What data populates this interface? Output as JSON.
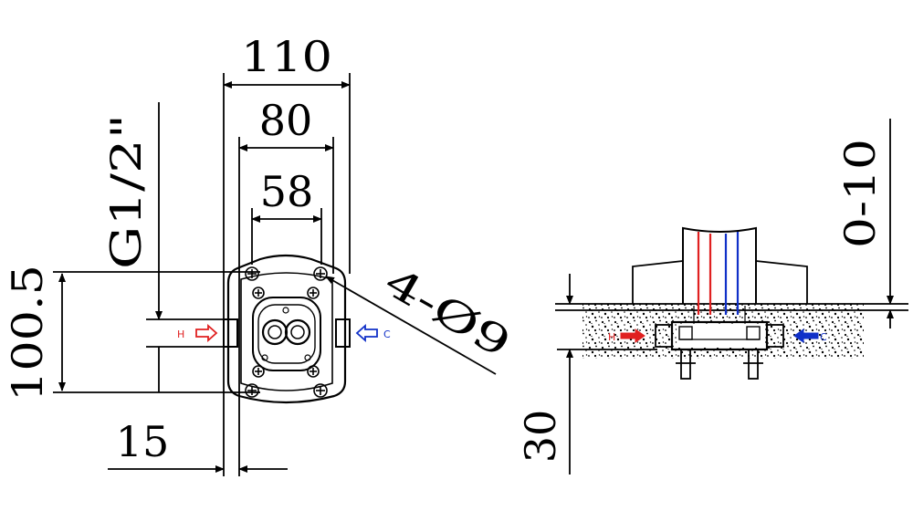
{
  "front_view": {
    "dim_width_overall": "110",
    "dim_width_middle": "80",
    "dim_width_inner": "58",
    "dim_height": "100.5",
    "dim_side": "15",
    "thread_label": "G1/2\"",
    "holes_label": "4-Ø9",
    "hot_label": "H",
    "cold_label": "C"
  },
  "side_view": {
    "dim_adjust": "0-10",
    "dim_depth": "30",
    "hot_label": "H",
    "cold_label": "C"
  },
  "colors": {
    "line": "#000000",
    "hot": "#e02020",
    "cold": "#1030c8"
  }
}
